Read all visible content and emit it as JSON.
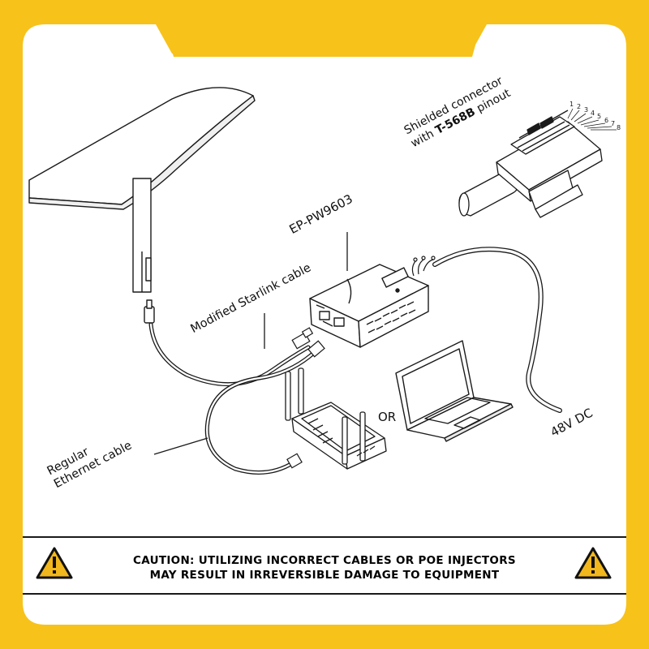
{
  "labels": {
    "shielded_line1": "Shielded connector",
    "shielded_line2_prefix": "with ",
    "shielded_line2_bold": "T-568B",
    "shielded_line2_suffix": " pinout",
    "device": "EP-PW9603",
    "starlink_cable": "Modified Starlink cable",
    "or": "OR",
    "power": "48V DC",
    "ethernet_line1": "Regular",
    "ethernet_line2": "Ethernet cable"
  },
  "pin_numbers": [
    "1",
    "2",
    "3",
    "4",
    "5",
    "6",
    "7",
    "8"
  ],
  "caution": {
    "line1": "CAUTION: UTILIZING INCORRECT CABLES OR POE INJECTORS",
    "line2": "MAY RESULT IN IRREVERSIBLE DAMAGE TO EQUIPMENT"
  },
  "colors": {
    "frame_yellow": "#f7c21a",
    "warning_yellow": "#f2b71c",
    "line": "#1a1a1a"
  },
  "icons": [
    "warning-triangle-icon"
  ]
}
